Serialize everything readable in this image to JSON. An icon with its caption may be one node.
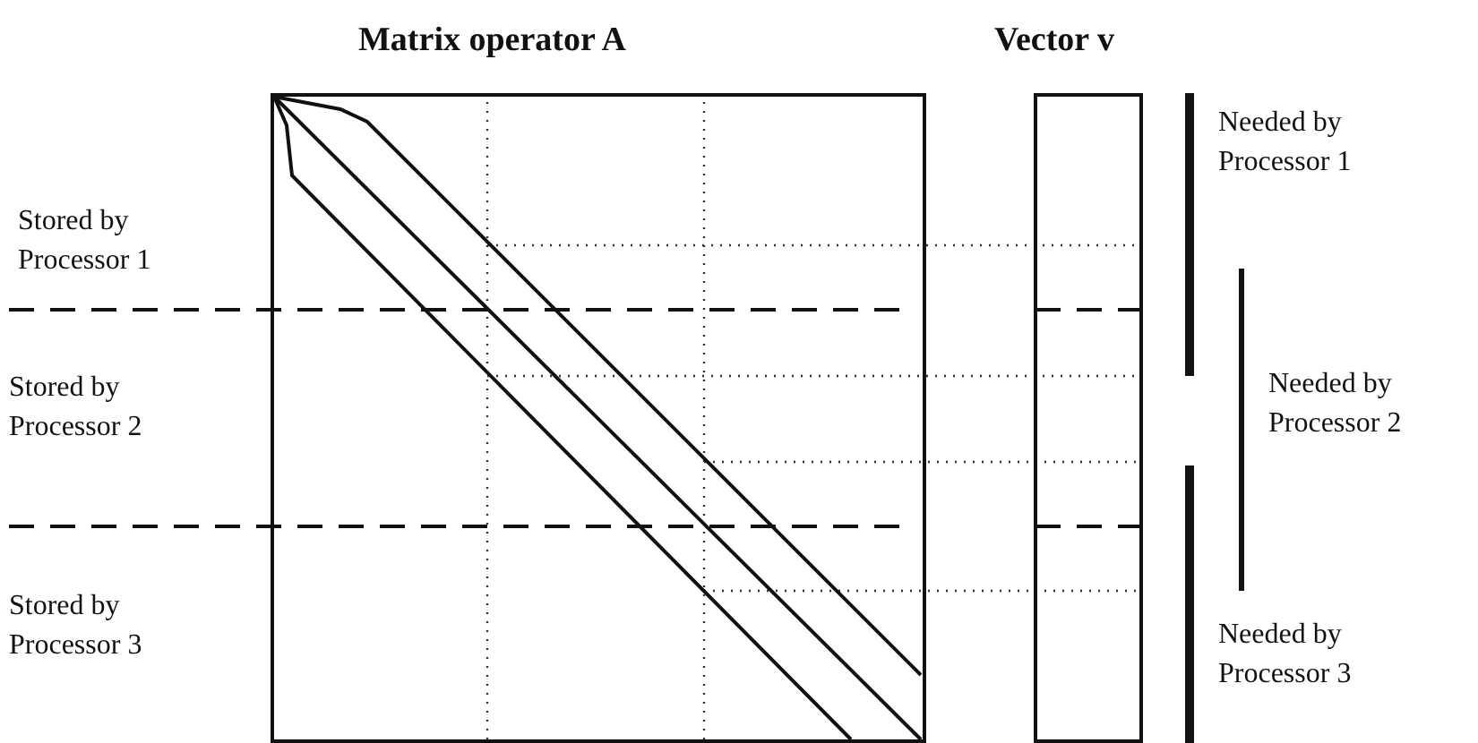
{
  "diagram": {
    "nodes": [
      {
        "text": [
          "Matrix operator A"
        ]
      },
      {
        "text": [
          "Vector v"
        ]
      }
    ],
    "labels": [
      "Stored by Processor 1",
      "Needed by Processor 1",
      "Stored by Processor 2",
      "Needed by Processor 2",
      "Stored by Processor 3",
      "Needed by Processor 3"
    ]
  }
}
